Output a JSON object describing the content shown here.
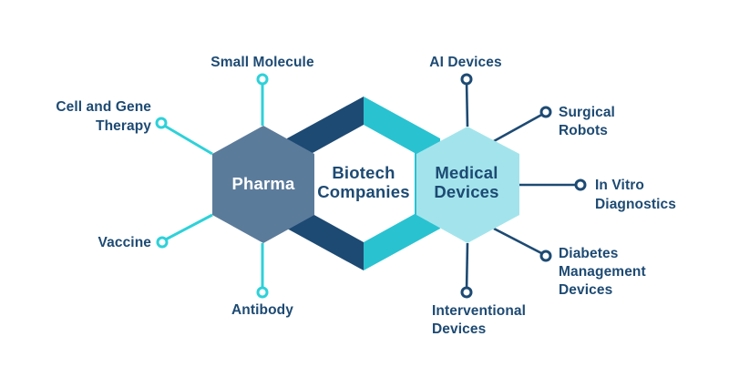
{
  "colors": {
    "navy": "#1d4a73",
    "cyan": "#2ed1d9",
    "teal": "#29c2d1",
    "pharma_fill": "#5b7b9b",
    "pharma_text": "#ffffff",
    "medical_fill": "#a3e4ec",
    "biotech_fill": "#ffffff",
    "background": "#ffffff"
  },
  "hexagons": {
    "pharma": {
      "label": "Pharma"
    },
    "biotech": {
      "line1": "Biotech",
      "line2": "Companies"
    },
    "medical": {
      "line1": "Medical",
      "line2": "Devices"
    }
  },
  "pharma_categories": {
    "small_molecule": {
      "line1": "Small Molecule"
    },
    "cell_gene": {
      "line1": "Cell and Gene",
      "line2": "Therapy"
    },
    "vaccine": {
      "line1": "Vaccine"
    },
    "antibody": {
      "line1": "Antibody"
    }
  },
  "medical_categories": {
    "ai_devices": {
      "line1": "AI Devices"
    },
    "surgical": {
      "line1": "Surgical",
      "line2": "Robots"
    },
    "in_vitro": {
      "line1": "In Vitro",
      "line2": "Diagnostics"
    },
    "diabetes": {
      "line1": "Diabetes",
      "line2": "Management",
      "line3": "Devices"
    },
    "interventional": {
      "line1": "Interventional",
      "line2": "Devices"
    }
  }
}
